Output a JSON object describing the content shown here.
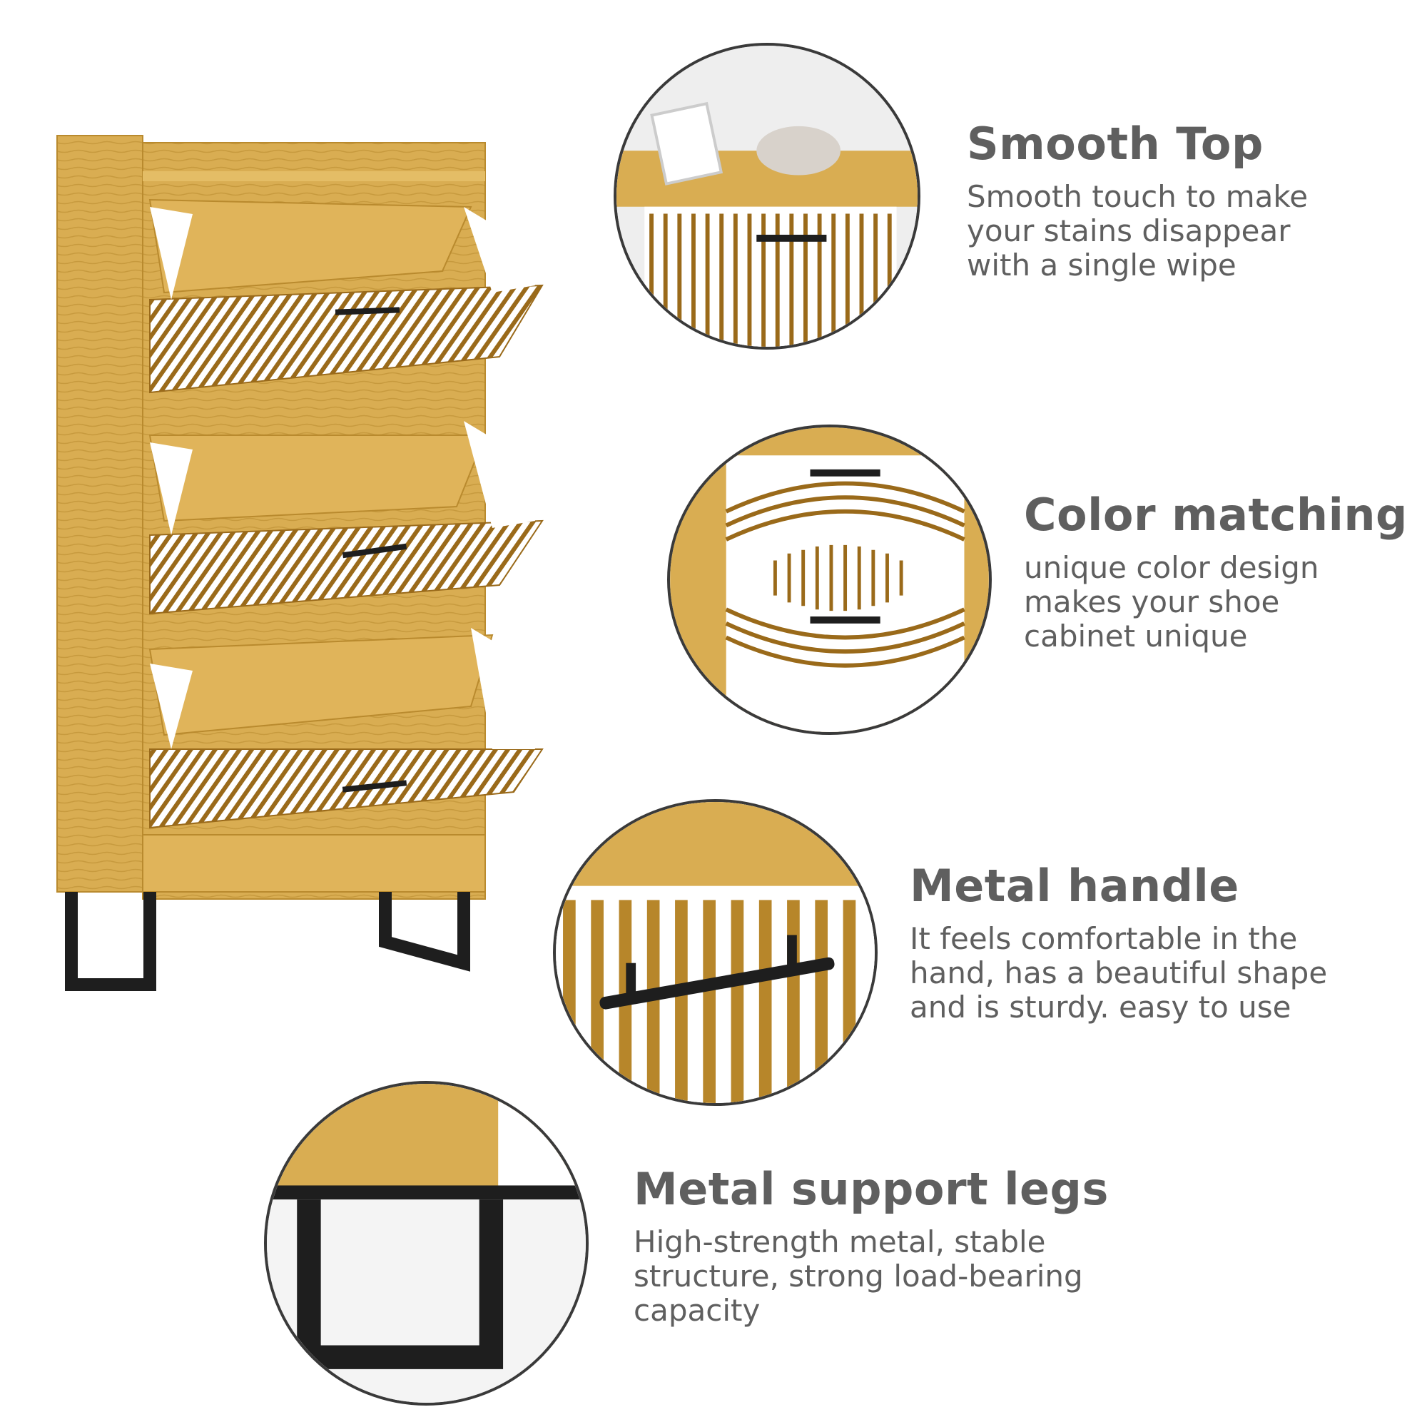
{
  "features": [
    {
      "title": "Smooth Top",
      "description": "Smooth touch to make\nyour stains disappear\nwith a single wipe",
      "image": "cabinet-top-closeup"
    },
    {
      "title": "Color matching",
      "description": "unique color design\nmakes your shoe\ncabinet unique",
      "image": "patterned-doors-closeup"
    },
    {
      "title": "Metal handle",
      "description": "It feels comfortable in the\nhand, has a beautiful shape\nand is sturdy. easy to use",
      "image": "handle-closeup"
    },
    {
      "title": "Metal support legs",
      "description": "High-strength metal, stable\nstructure, strong load-bearing\ncapacity",
      "image": "leg-closeup"
    }
  ],
  "colors": {
    "wood": "#d6a94a",
    "wood_dark": "#b98a2e",
    "stripe": "#9a6a1a",
    "metal": "#1e1e1e",
    "text": "#5f5f5f"
  }
}
